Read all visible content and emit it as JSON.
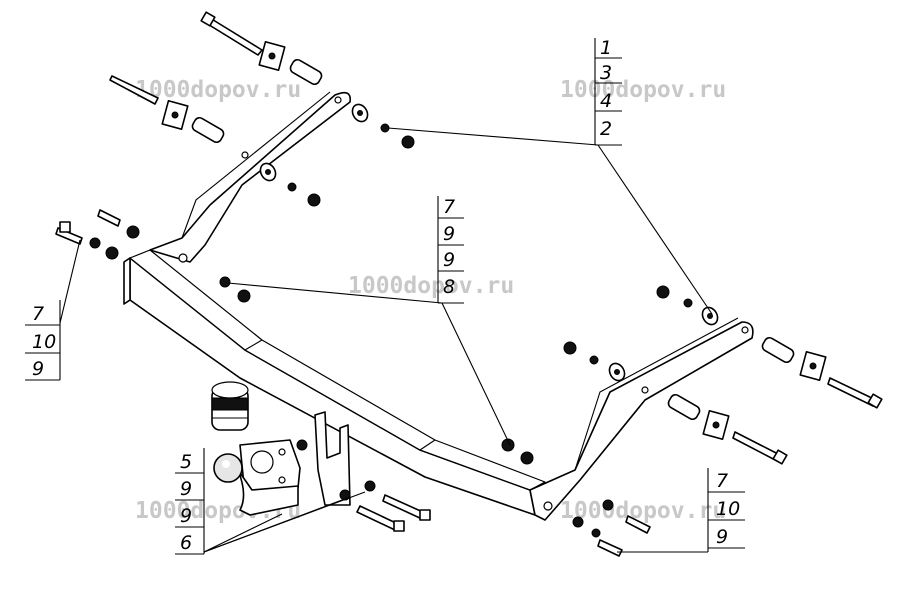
{
  "watermarks": [
    "1000dopov.ru",
    "1000dopov.ru",
    "1000dopov.ru",
    "1000dopov.ru",
    "1000dopov.ru"
  ],
  "callouts": {
    "top_right": [
      "1",
      "3",
      "4",
      "2"
    ],
    "center": [
      "7",
      "9",
      "9",
      "8"
    ],
    "left": [
      "7",
      "10",
      "9"
    ],
    "bottom_left": [
      "5",
      "9",
      "9",
      "6"
    ],
    "bottom_right": [
      "7",
      "10",
      "9"
    ]
  },
  "colors": {
    "line": "#000000",
    "watermark": "#c8c8c8",
    "background": "#ffffff"
  }
}
